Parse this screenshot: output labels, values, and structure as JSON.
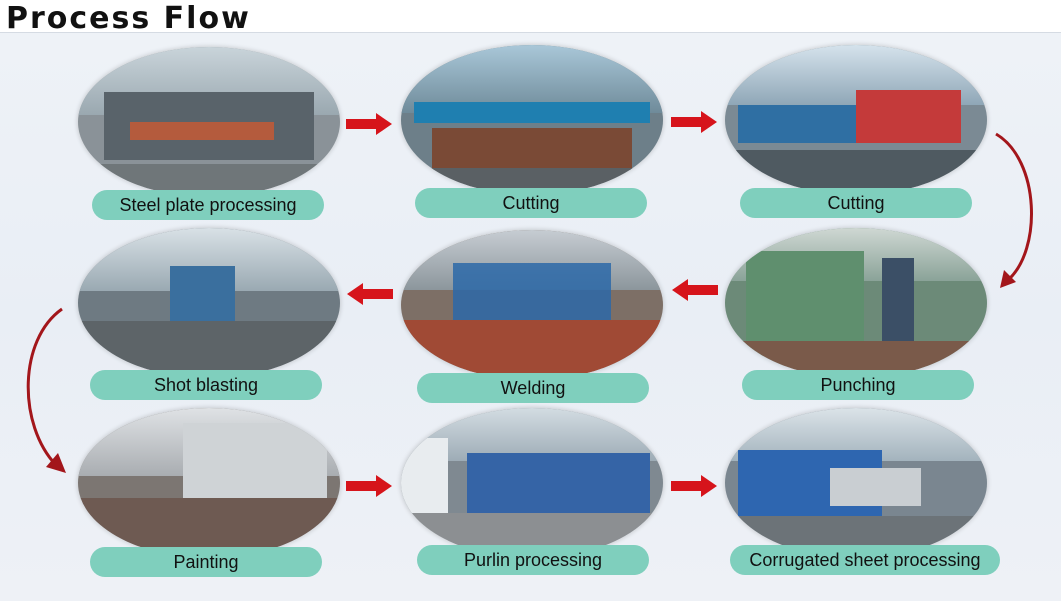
{
  "title": "Process Flow",
  "steps": [
    {
      "label": "Steel plate processing"
    },
    {
      "label": "Cutting"
    },
    {
      "label": "Cutting"
    },
    {
      "label": "Punching"
    },
    {
      "label": "Welding"
    },
    {
      "label": "Shot blasting"
    },
    {
      "label": "Painting"
    },
    {
      "label": "Purlin processing"
    },
    {
      "label": "Corrugated sheet processing"
    }
  ],
  "colors": {
    "label_bg": "#7fcfbd",
    "arrow": "#d6141b"
  }
}
